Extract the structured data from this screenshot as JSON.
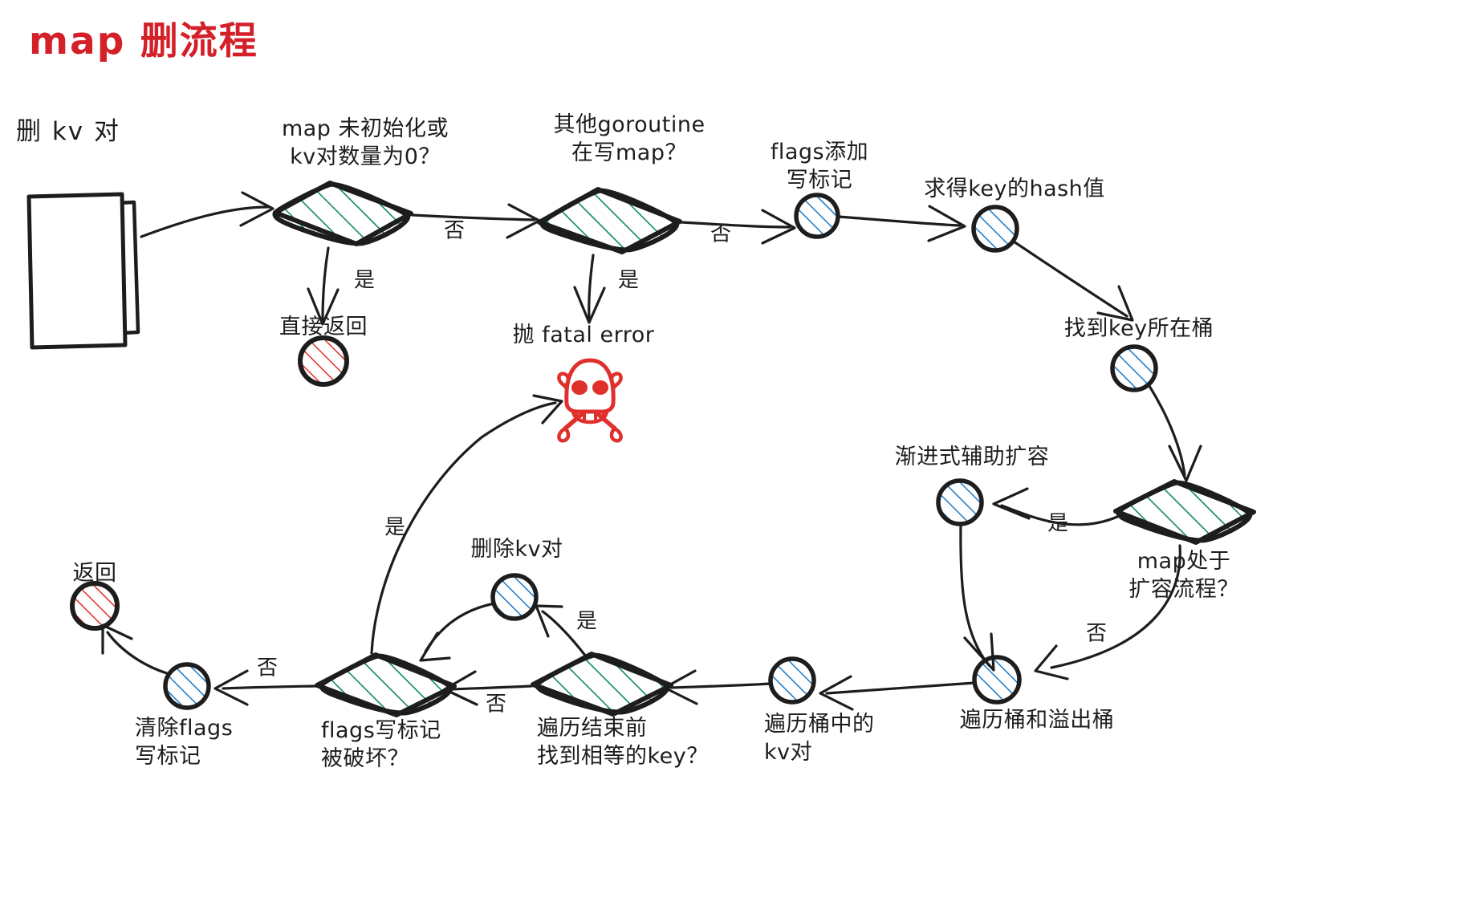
{
  "title": "map 删流程",
  "start": {
    "label": "删 kv 对"
  },
  "theme": {
    "title_color": "#d32029",
    "stroke_color": "#1d1d1d",
    "decision_hatch": "#0f8a62",
    "process_hatch": "#1878c8",
    "terminal_hatch": "#e0302c",
    "skull_color": "#e0302c",
    "background": "#ffffff"
  },
  "nodes": [
    {
      "id": "start",
      "kind": "stacked-docs",
      "label": "删 kv 对"
    },
    {
      "id": "d1",
      "kind": "decision",
      "label": "map 未初始化或\nkv对数量为0？"
    },
    {
      "id": "ret_direct",
      "kind": "terminal",
      "label": "直接返回"
    },
    {
      "id": "d2",
      "kind": "decision",
      "label": "其他goroutine\n在写map？"
    },
    {
      "id": "fatal",
      "kind": "skull",
      "label": "抛 fatal error"
    },
    {
      "id": "flags_add",
      "kind": "process",
      "label": "flags添加\n写标记"
    },
    {
      "id": "hash",
      "kind": "process",
      "label": "求得key的hash值"
    },
    {
      "id": "find_bucket",
      "kind": "process",
      "label": "找到key所在桶"
    },
    {
      "id": "d3",
      "kind": "decision",
      "label": "map处于\n扩容流程？"
    },
    {
      "id": "grow_help",
      "kind": "process",
      "label": "渐进式辅助扩容"
    },
    {
      "id": "iter_bucket",
      "kind": "process",
      "label": "遍历桶和溢出桶"
    },
    {
      "id": "iter_kv",
      "kind": "process",
      "label": "遍历桶中的\nkv对"
    },
    {
      "id": "d4",
      "kind": "decision",
      "label": "遍历结束前\n找到相等的key？"
    },
    {
      "id": "del_kv",
      "kind": "process",
      "label": "删除kv对"
    },
    {
      "id": "d5",
      "kind": "decision",
      "label": "flags写标记\n被破坏？"
    },
    {
      "id": "clear_flags",
      "kind": "process",
      "label": "清除flags\n写标记"
    },
    {
      "id": "ret_end",
      "kind": "terminal",
      "label": "返回"
    }
  ],
  "edges": [
    {
      "from": "start",
      "to": "d1",
      "label": ""
    },
    {
      "from": "d1",
      "to": "ret_direct",
      "label": "是"
    },
    {
      "from": "d1",
      "to": "d2",
      "label": "否"
    },
    {
      "from": "d2",
      "to": "fatal",
      "label": "是"
    },
    {
      "from": "d2",
      "to": "flags_add",
      "label": "否"
    },
    {
      "from": "flags_add",
      "to": "hash",
      "label": ""
    },
    {
      "from": "hash",
      "to": "find_bucket",
      "label": ""
    },
    {
      "from": "find_bucket",
      "to": "d3",
      "label": ""
    },
    {
      "from": "d3",
      "to": "grow_help",
      "label": "是"
    },
    {
      "from": "d3",
      "to": "iter_bucket",
      "label": "否"
    },
    {
      "from": "grow_help",
      "to": "iter_bucket",
      "label": ""
    },
    {
      "from": "iter_bucket",
      "to": "iter_kv",
      "label": ""
    },
    {
      "from": "iter_kv",
      "to": "d4",
      "label": ""
    },
    {
      "from": "d4",
      "to": "del_kv",
      "label": "是"
    },
    {
      "from": "d4",
      "to": "d5",
      "label": "否"
    },
    {
      "from": "del_kv",
      "to": "d5",
      "label": ""
    },
    {
      "from": "d5",
      "to": "fatal",
      "label": "是"
    },
    {
      "from": "d5",
      "to": "clear_flags",
      "label": "否"
    },
    {
      "from": "clear_flags",
      "to": "ret_end",
      "label": ""
    }
  ],
  "edge_labels": {
    "d1_no": "否",
    "d1_yes": "是",
    "d2_no": "否",
    "d2_yes": "是",
    "d3_yes": "是",
    "d3_no": "否",
    "d4_yes": "是",
    "d4_no": "否",
    "d5_yes": "是",
    "d5_no": "否"
  },
  "node_labels": {
    "d1": "map 未初始化或\nkv对数量为0？",
    "ret_direct": "直接返回",
    "d2": "其他goroutine\n在写map？",
    "fatal": "抛 fatal error",
    "flags_add": "flags添加\n写标记",
    "hash": "求得key的hash值",
    "find_bucket": "找到key所在桶",
    "d3": "map处于\n扩容流程？",
    "grow_help": "渐进式辅助扩容",
    "iter_bucket": "遍历桶和溢出桶",
    "iter_kv": "遍历桶中的\nkv对",
    "d4": "遍历结束前\n找到相等的key？",
    "del_kv": "删除kv对",
    "d5": "flags写标记\n被破坏？",
    "clear_flags": "清除flags\n写标记",
    "ret_end": "返回"
  }
}
